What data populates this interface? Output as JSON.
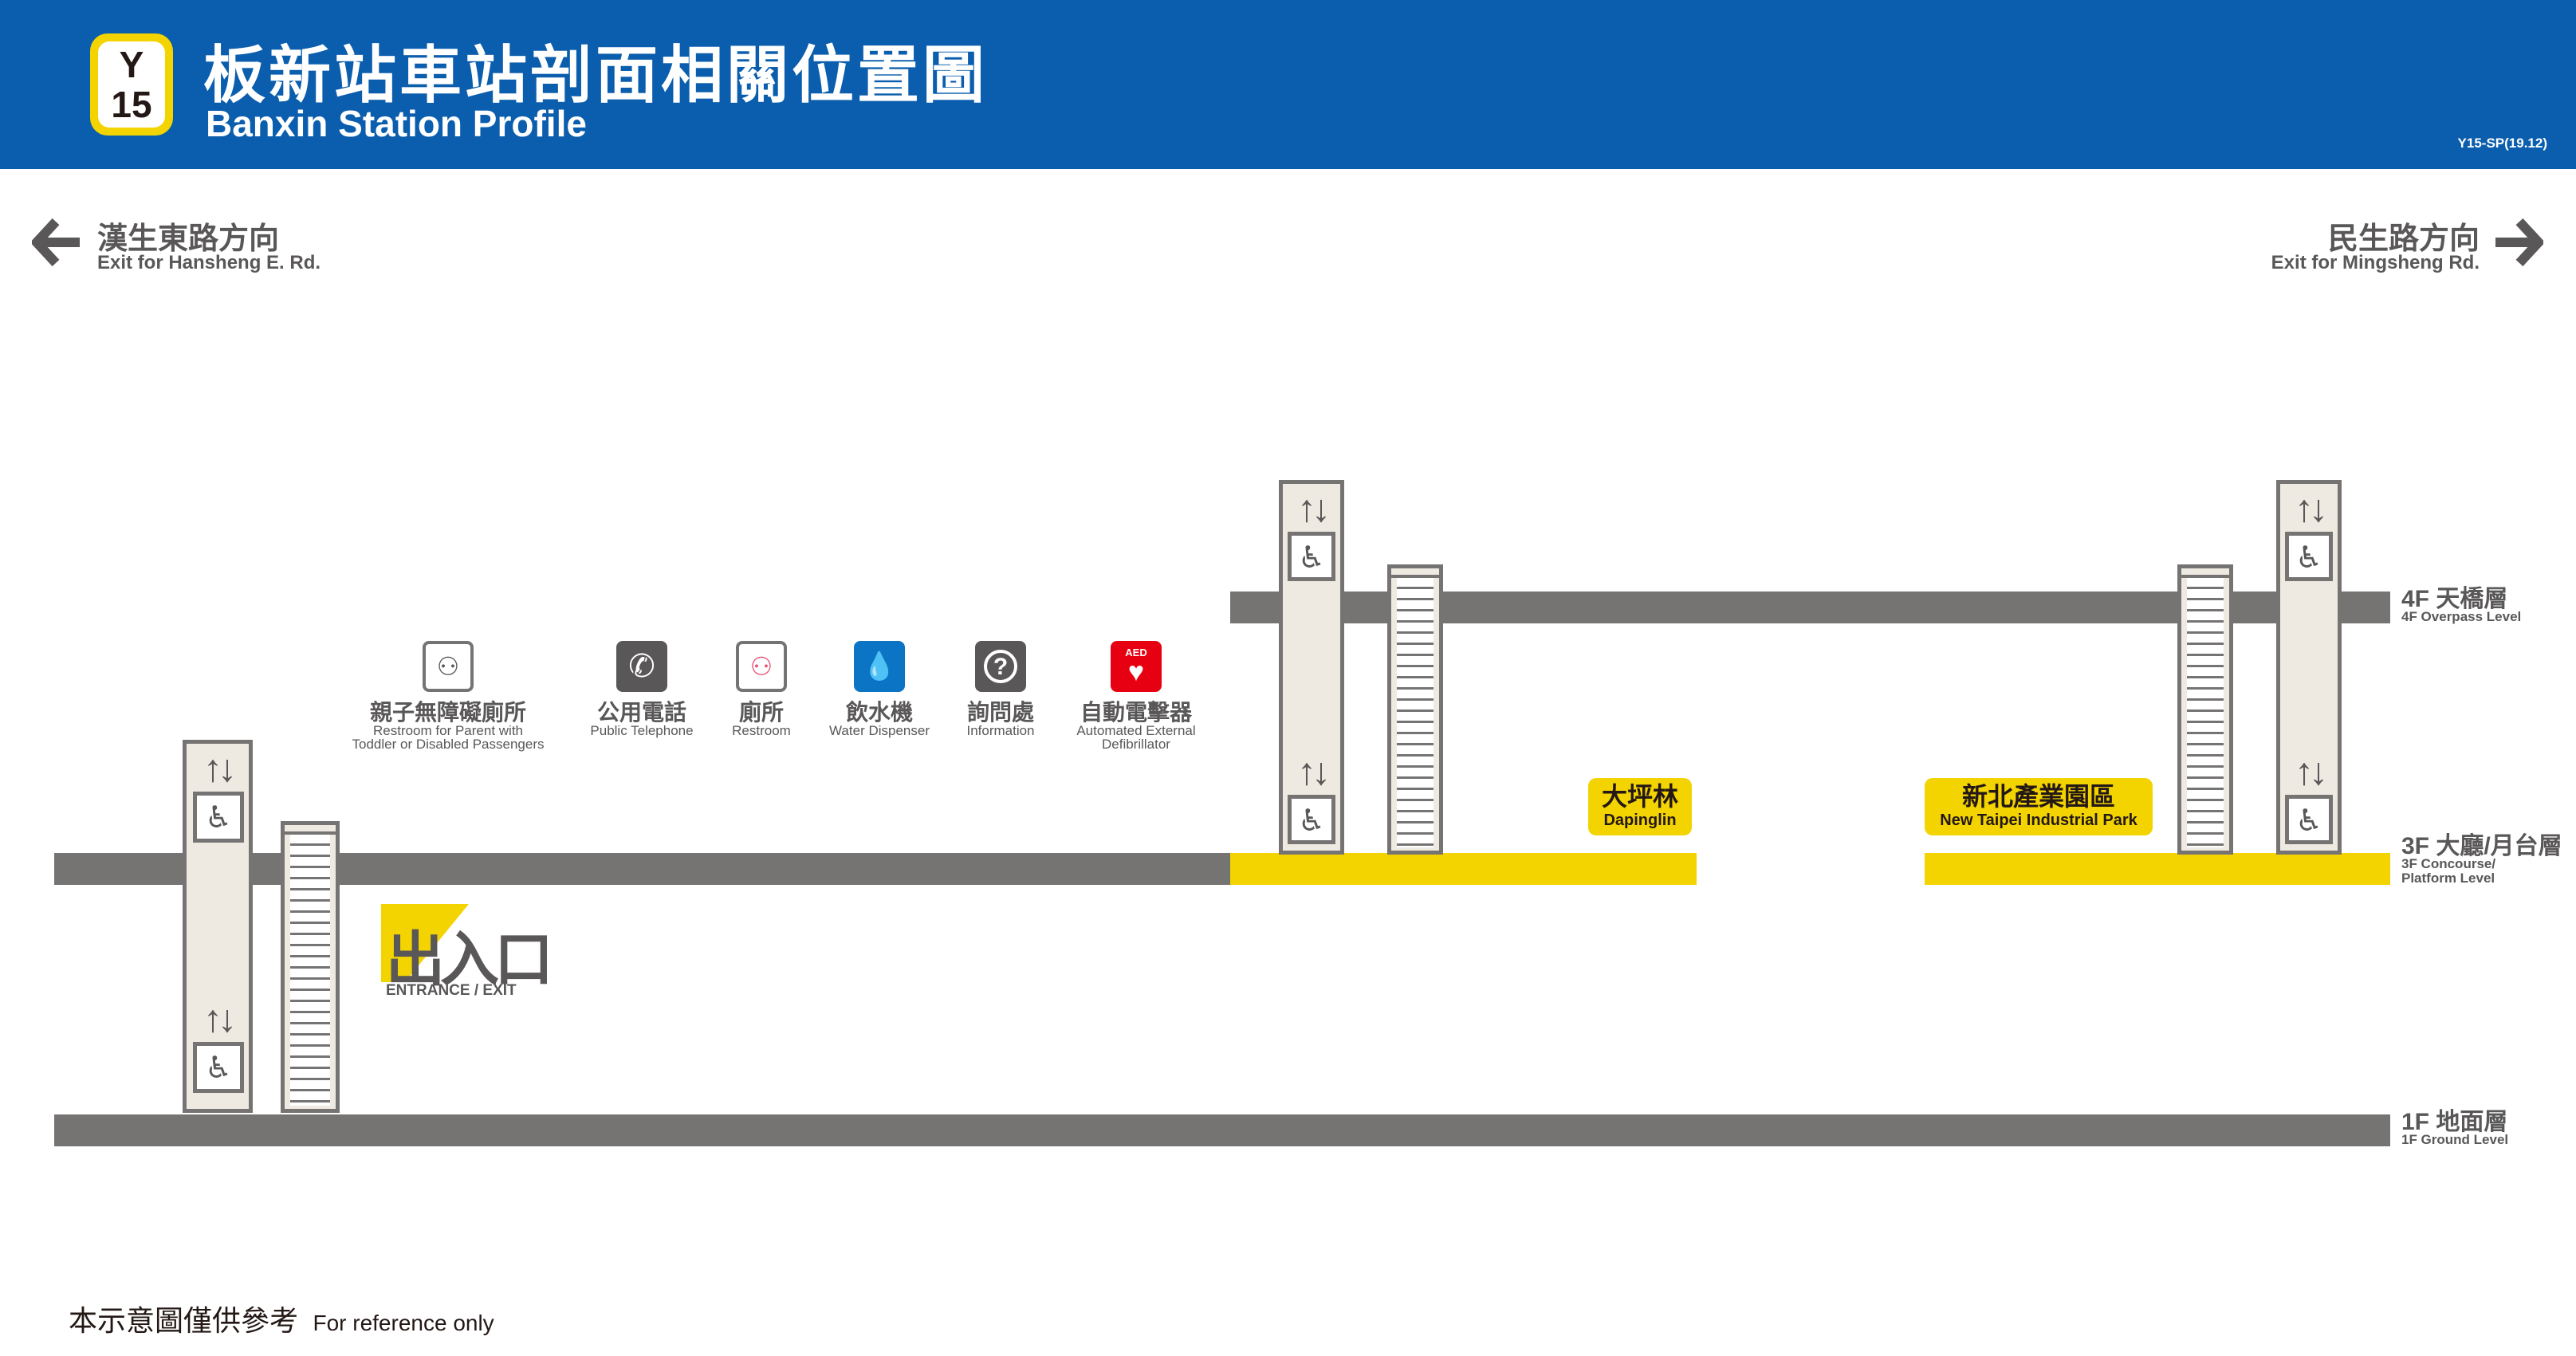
{
  "header": {
    "line_code_letter": "Y",
    "line_code_number": "15",
    "title_zh": "板新站車站剖面相關位置圖",
    "title_en": "Banxin Station Profile",
    "doc_code": "Y15-SP(19.12)",
    "background_color": "#0b5ead",
    "badge_color": "#f3d400"
  },
  "directions": {
    "left": {
      "zh": "漢生東路方向",
      "en": "Exit for Hansheng E. Rd.",
      "icon": "arrow-left-icon"
    },
    "right": {
      "zh": "民生路方向",
      "en": "Exit for Mingsheng Rd.",
      "icon": "arrow-right-icon"
    }
  },
  "levels": {
    "level_4f": {
      "zh": "4F 天橋層",
      "en": "4F Overpass Level"
    },
    "level_3f": {
      "zh": "3F 大廳/月台層",
      "en_1": "3F Concourse/",
      "en_2": "Platform Level"
    },
    "level_1f": {
      "zh": "1F 地面層",
      "en": "1F Ground Level"
    }
  },
  "platforms": {
    "west": {
      "zh": "大坪林",
      "en": "Dapinglin"
    },
    "east": {
      "zh": "新北產業園區",
      "en": "New Taipei Industrial Park"
    }
  },
  "entrance": {
    "zh": "出入口",
    "en": "ENTRANCE / EXIT",
    "color": "#f3d400"
  },
  "facilities": [
    {
      "icon": "family-restroom-icon",
      "zh": "親子無障礙廁所",
      "en_1": "Restroom for Parent with",
      "en_2": "Toddler or Disabled Passengers"
    },
    {
      "icon": "telephone-icon",
      "zh": "公用電話",
      "en_1": "Public Telephone",
      "en_2": ""
    },
    {
      "icon": "restroom-icon",
      "zh": "廁所",
      "en_1": "Restroom",
      "en_2": ""
    },
    {
      "icon": "water-dispenser-icon",
      "zh": "飲水機",
      "en_1": "Water Dispenser",
      "en_2": ""
    },
    {
      "icon": "information-icon",
      "zh": "詢問處",
      "en_1": "Information",
      "en_2": ""
    },
    {
      "icon": "aed-icon",
      "zh": "自動電擊器",
      "en_1": "Automated External",
      "en_2": "Defibrillator",
      "badge": "AED"
    }
  ],
  "symbols": {
    "updown": "↑↓",
    "info": "?",
    "phone": "✆",
    "aed_glyph": "♥",
    "wheelchair": "♿",
    "people": "⚇",
    "water": "💧"
  },
  "footer": {
    "note_zh": "本示意圖僅供參考",
    "note_en": "For reference only"
  },
  "colors": {
    "floor": "#767373",
    "platform": "#f3d400",
    "structure": "#eeeae2",
    "text": "#595757"
  }
}
